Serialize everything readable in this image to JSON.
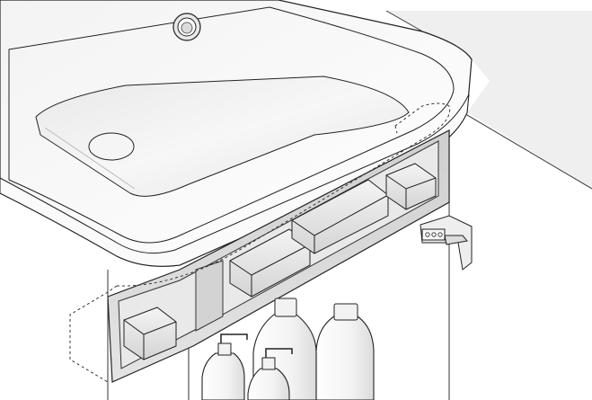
{
  "illustration": {
    "subject": "washbasin-with-under-sink-storage-tray",
    "items": [
      "washbasin",
      "sink-bowl",
      "drain",
      "tap-hole-cap",
      "storage-tray",
      "soap-bars",
      "cabinet-door-hinge",
      "dispenser-bottles"
    ],
    "colors": {
      "stroke": "#222222",
      "basin_fill": "#f6f6f6",
      "wall_fill": "#eeeeee",
      "tray_fill": "#d9d9d9",
      "soap_fill": "#e6e6e6",
      "highlight_dashed": "#333333"
    }
  }
}
